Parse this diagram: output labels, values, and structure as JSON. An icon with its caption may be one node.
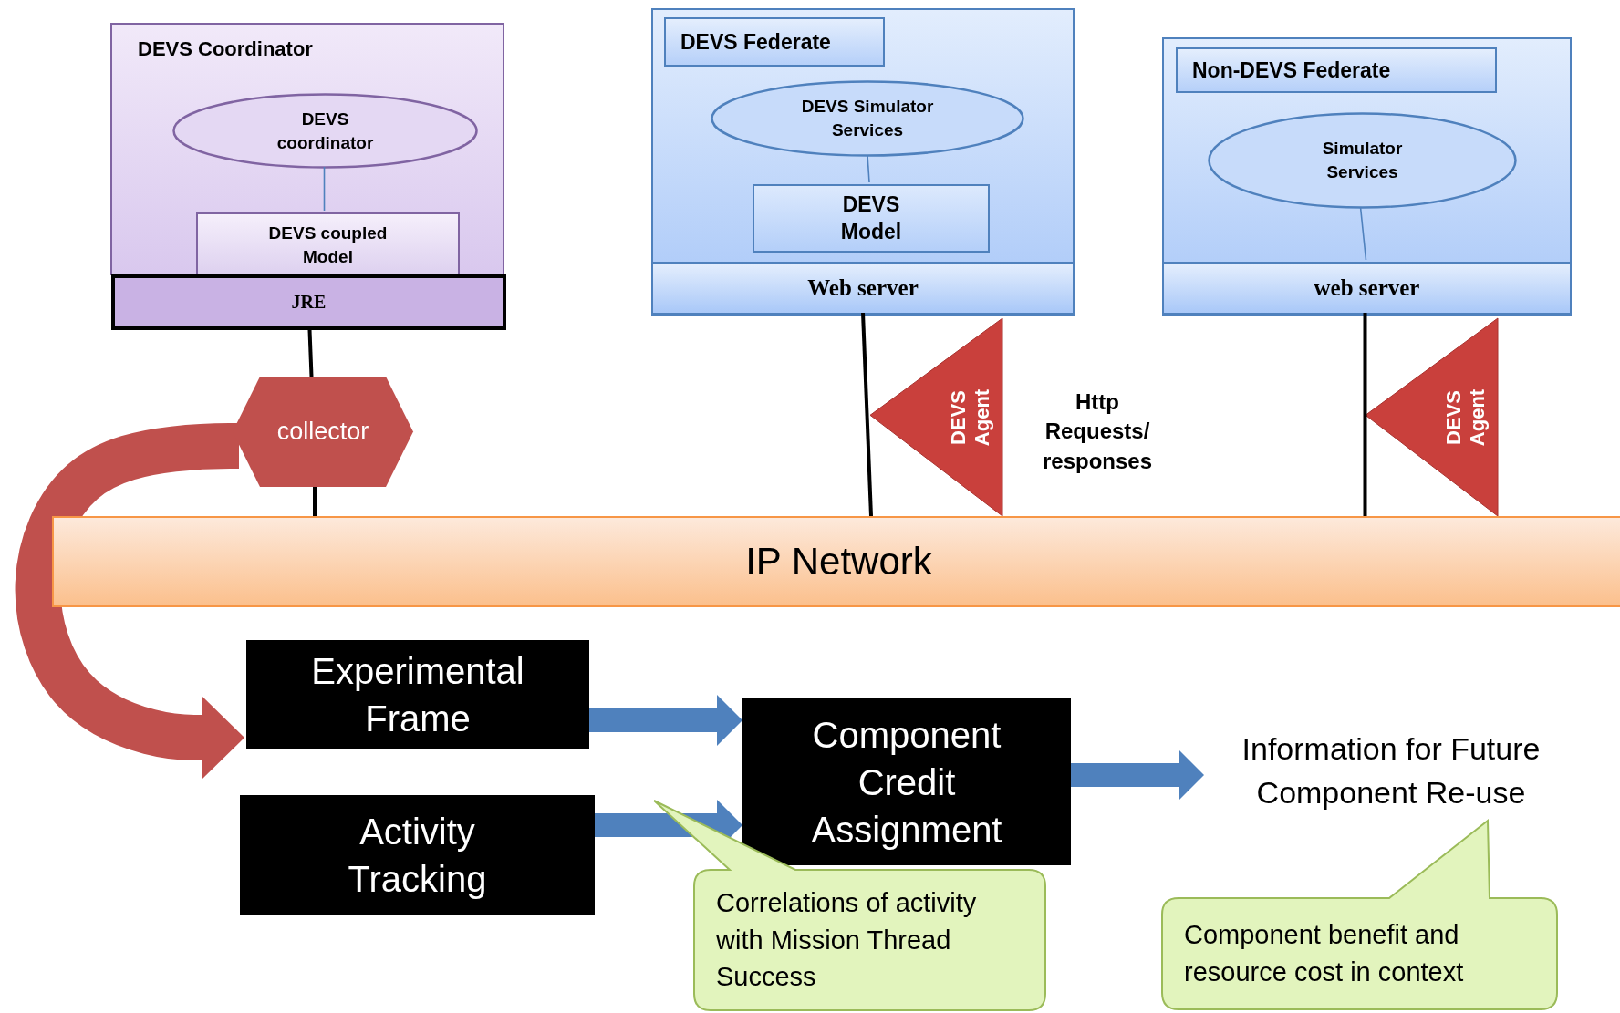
{
  "diagram": {
    "nodes": [
      {
        "text": [
          "DEVS Coordinator"
        ]
      },
      {
        "text": [
          "DEVS coordinator"
        ],
        "in": 0
      },
      {
        "text": [
          "DEVS coupled Model"
        ],
        "in": 0
      },
      {
        "text": [
          "JRE"
        ]
      },
      {
        "text": [
          "collector"
        ]
      },
      {
        "text": [
          "DEVS Federate"
        ]
      },
      {
        "text": [
          "DEVS Simulator Services"
        ],
        "in": 5
      },
      {
        "text": [
          "DEVS Model"
        ],
        "in": 5
      },
      {
        "text": [
          "Web server"
        ],
        "in": 5
      },
      {
        "text": [
          "Non-DEVS Federate"
        ]
      },
      {
        "text": [
          "Simulator Services"
        ],
        "in": 9
      },
      {
        "text": [
          "web server"
        ],
        "in": 9
      },
      {
        "text": [
          "DEVS Agent"
        ]
      },
      {
        "text": [
          "DEVS Agent"
        ]
      },
      {
        "text": [
          "IP Network"
        ]
      },
      {
        "text": [
          "Experimental Frame"
        ]
      },
      {
        "text": [
          "Activity Tracking"
        ]
      },
      {
        "text": [
          "Component Credit Assignment"
        ]
      },
      {
        "text": [
          "Information for Future Component Re-use"
        ]
      },
      {
        "text": [
          "Correlations of activity with Mission Thread Success"
        ]
      },
      {
        "text": [
          "Component benefit and resource cost in context"
        ]
      }
    ],
    "edges": [
      {
        "from": 1,
        "to": 2,
        "arrow": "none",
        "color": "#4f81bd"
      },
      {
        "from": 6,
        "to": 7,
        "arrow": "none",
        "color": "#4f81bd"
      },
      {
        "from": 10,
        "to": 11,
        "arrow": "none",
        "color": "#4f81bd"
      },
      {
        "from": 3,
        "to": 4,
        "arrow": "none",
        "color": "#000000"
      },
      {
        "from": 4,
        "to": 14,
        "arrow": "none",
        "color": "#000000"
      },
      {
        "from": 8,
        "to": 14,
        "arrow": "none",
        "color": "#000000"
      },
      {
        "from": 11,
        "to": 14,
        "arrow": "none",
        "color": "#000000"
      },
      {
        "from": 4,
        "to": 15,
        "arrow": "to",
        "style": "thick",
        "color": "#c0504d"
      },
      {
        "from": 15,
        "to": 17,
        "arrow": "to",
        "style": "thick",
        "color": "#4f81bd"
      },
      {
        "from": 16,
        "to": 17,
        "arrow": "to",
        "style": "thick",
        "color": "#4f81bd"
      },
      {
        "from": 17,
        "to": 18,
        "arrow": "to",
        "style": "thick",
        "color": "#4f81bd"
      }
    ],
    "labels": [
      "Http Requests/ responses"
    ]
  }
}
